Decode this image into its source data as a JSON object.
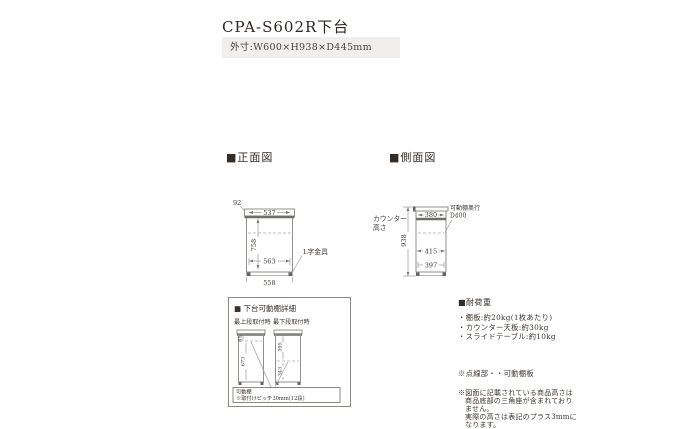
{
  "page": {
    "title": "CPA-S602R下台",
    "outer_dimensions": "外寸:W600×H938×D445mm"
  },
  "sections": {
    "front_view": "■正面図",
    "side_view": "■側面図"
  },
  "front_view": {
    "dim_top_offset": "92",
    "dim_inner_top_width": "537",
    "dim_inner_height": "758",
    "dim_inner_bottom_width": "563",
    "dim_outer_width": "558",
    "bracket_label": "L字金具"
  },
  "side_view": {
    "counter_label_line1": "カウンター",
    "counter_label_line2": "高さ",
    "dim_height": "938",
    "dim_top_depth": "380",
    "shelf_depth_line1": "可動棚奥行",
    "shelf_depth_line2": "D400",
    "dim_mid_depth": "415",
    "dim_bottom_depth": "397"
  },
  "shelf_detail": {
    "title": "■ 下台可動棚詳細",
    "col_top_label": "最上段取付時",
    "col_bottom_label": "最下段取付時",
    "dim_top_gap": "65",
    "dim_top_span": "673",
    "dim_bottom_top_gap": "395",
    "dim_bottom_span": "343",
    "note_line1": "可動棚",
    "note_line2": "※取付けピッチ30mm(12段)"
  },
  "load_capacity": {
    "title": "■耐荷重",
    "items": [
      "・棚板:約20kg(1枚あたり)",
      "・カウンター天板:約30kg",
      "・スライドテーブル:約10kg"
    ]
  },
  "notes": {
    "dotted": "※点線部・・可動棚板",
    "height_lines": [
      "※図面に記載されている商品高さは",
      "商品底部の三角座が含まれており",
      "ません。",
      "実際の高さは表記のプラス3mmに",
      "なります。"
    ]
  }
}
